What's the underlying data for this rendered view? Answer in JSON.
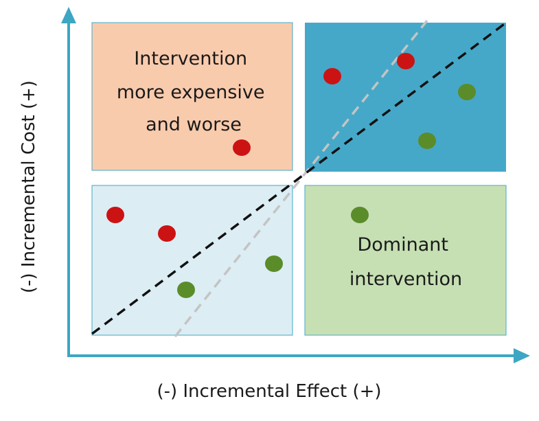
{
  "axes": {
    "x_label": "(-) Incremental Effect (+)",
    "y_label": "(-) Incremental Cost (+)",
    "color": "#3ca6c3"
  },
  "quadrants": {
    "top_left": {
      "lines": [
        "Intervention",
        "more expensive",
        "and worse"
      ],
      "fill": "#f9cbad"
    },
    "top_right": {
      "lines": [],
      "fill": "#45a8c8"
    },
    "bottom_left": {
      "lines": [],
      "fill": "#dcedf4"
    },
    "bottom_right": {
      "lines": [
        "Dominant",
        "intervention"
      ],
      "fill": "#c6e0b4"
    }
  },
  "legend_colors": {
    "red_point": "#cc1313",
    "green_point": "#5b8c2a"
  },
  "thresholds": {
    "black_line": {
      "style": "dashed",
      "color": "#111111"
    },
    "gray_line": {
      "style": "dashed",
      "color": "#c4c4c4"
    }
  }
}
